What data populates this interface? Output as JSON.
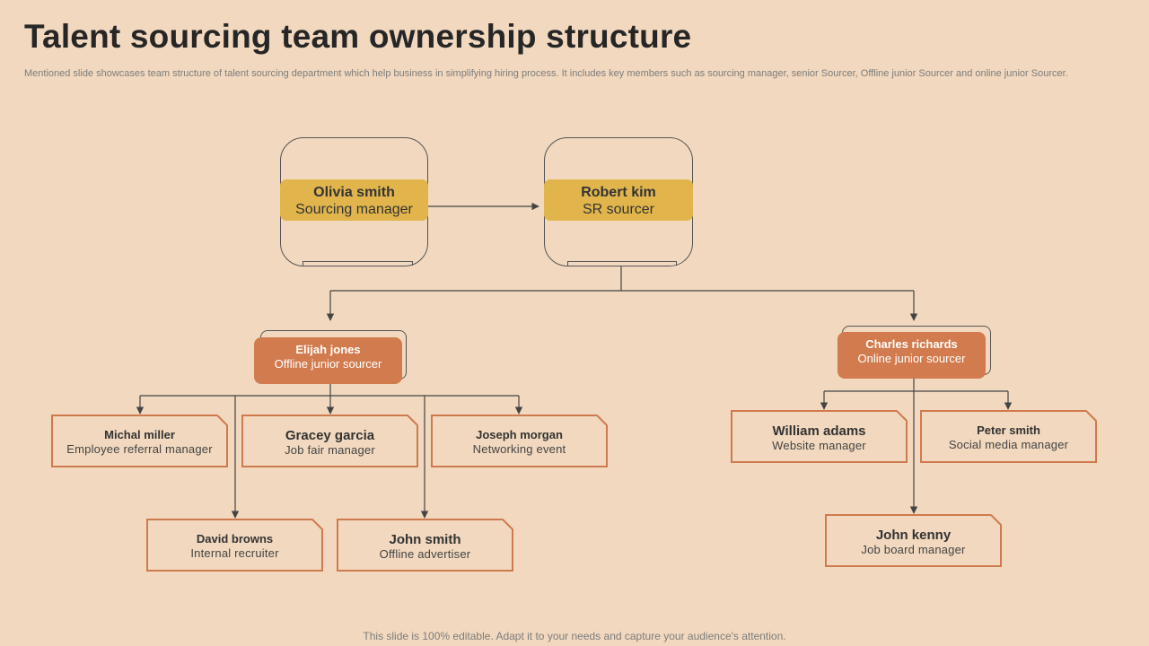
{
  "header": {
    "title": "Talent sourcing team ownership structure",
    "subtitle": "Mentioned slide showcases team structure of talent sourcing department which help business in simplifying hiring process. It includes key members such as sourcing manager, senior Sourcer, Offline junior Sourcer and online junior Sourcer."
  },
  "top": {
    "manager": {
      "name": "Olivia smith",
      "role": "Sourcing manager"
    },
    "senior": {
      "name": "Robert kim",
      "role": "SR sourcer"
    }
  },
  "offline_lead": {
    "name": "Elijah jones",
    "role": "Offline junior sourcer"
  },
  "online_lead": {
    "name": "Charles richards",
    "role": "Online junior sourcer"
  },
  "offline_members": [
    {
      "name": "Michal miller",
      "role": "Employee referral manager"
    },
    {
      "name": "Gracey garcia",
      "role": "Job fair manager"
    },
    {
      "name": "Joseph morgan",
      "role": "Networking event"
    },
    {
      "name": "David browns",
      "role": "Internal recruiter"
    },
    {
      "name": "John smith",
      "role": "Offline advertiser"
    }
  ],
  "online_members": [
    {
      "name": "William adams",
      "role": "Website manager"
    },
    {
      "name": "Peter smith",
      "role": "Social media manager"
    },
    {
      "name": "John kenny",
      "role": "Job board manager"
    }
  ],
  "footer": {
    "text": "This slide is 100% editable. Adapt it to your needs and capture your audience's attention."
  },
  "colors": {
    "background": "#f1d8be",
    "gold": "#e1b54c",
    "orange": "#d27b4e",
    "box_border": "#cf7a4e",
    "line": "#444444"
  }
}
